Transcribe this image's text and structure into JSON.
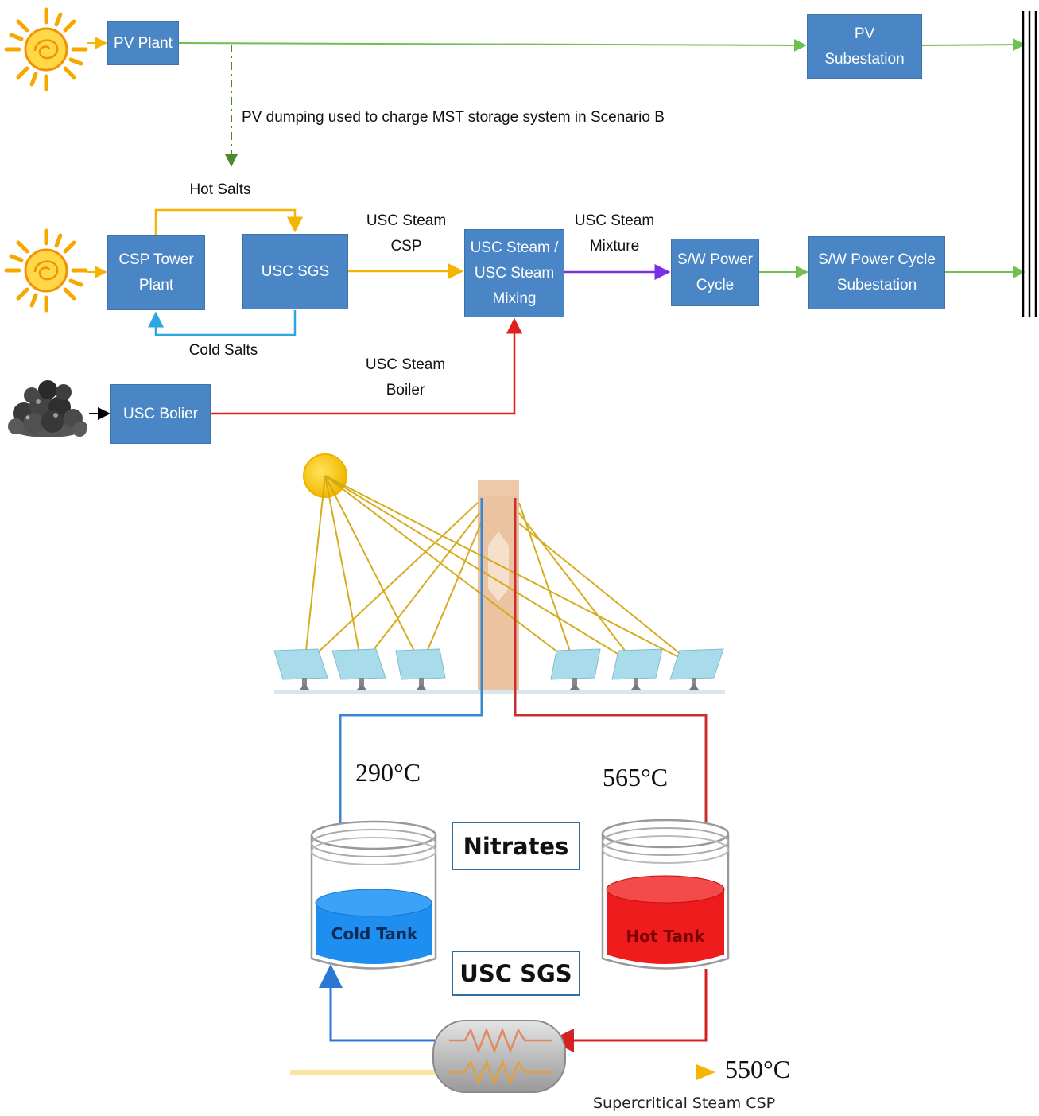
{
  "blocks": {
    "pv_plant": "PV Plant",
    "pv_substation": "PV\nSubestation",
    "csp_tower": "CSP Tower\nPlant",
    "usc_sgs": "USC SGS",
    "usc_mixing": "USC Steam /\nUSC Steam\nMixing",
    "sw_power_cycle": "S/W Power\nCycle",
    "sw_substation": "S/W Power Cycle\nSubestation",
    "usc_boiler": "USC Bolier"
  },
  "labels": {
    "pv_dumping": "PV dumping used to charge MST storage system in Scenario B",
    "hot_salts": "Hot Salts",
    "cold_salts": "Cold Salts",
    "usc_steam_csp": "USC Steam\nCSP",
    "usc_steam_mixture": "USC Steam\nMixture",
    "usc_steam_boiler": "USC Steam\nBoiler"
  },
  "csp_schematic": {
    "cold_temp": "290°C",
    "hot_temp": "565°C",
    "steam_temp": "550°C",
    "fluid_label": "Nitrates",
    "sgs_label": "USC SGS",
    "cold_tank": "Cold Tank",
    "hot_tank": "Hot Tank",
    "caption": "Supercritical Steam CSP"
  },
  "colors": {
    "block_fill": "#4a86c5",
    "power_line": "#70c050",
    "hot_salts": "#f5b400",
    "cold_salts": "#2aa6e0",
    "steam_mixture": "#7a2ee6",
    "boiler_line": "#e0201c",
    "cold_fluid": "#1e8ff0",
    "hot_fluid": "#ee1c1c"
  },
  "icons": [
    "sun-icon",
    "sun-icon",
    "coal-icon",
    "heliostat-icon",
    "receiver-tower-icon",
    "heat-exchanger-icon"
  ]
}
